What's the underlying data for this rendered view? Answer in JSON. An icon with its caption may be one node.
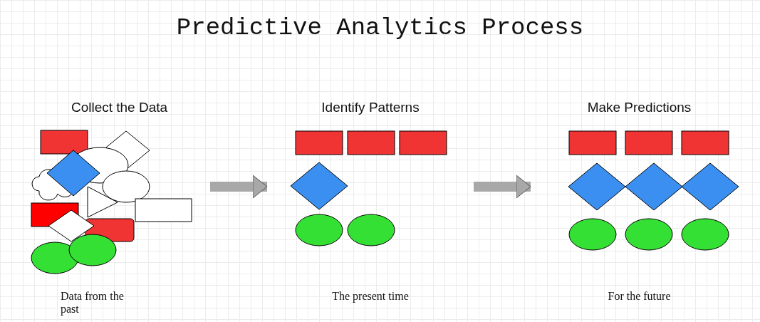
{
  "diagram": {
    "title": "Predictive Analytics Process",
    "nodes": [
      {
        "text": [
          "Collect the Data"
        ],
        "beside": [
          "Data from the past"
        ]
      },
      {
        "text": [
          "Identify Patterns"
        ],
        "beside": [
          "The present time"
        ]
      },
      {
        "text": [
          "Make Predictions"
        ],
        "beside": [
          "For the future"
        ]
      }
    ],
    "edges": [
      {
        "from": 0,
        "to": 1,
        "arrow": "to"
      },
      {
        "from": 1,
        "to": 2,
        "arrow": "to"
      }
    ]
  }
}
